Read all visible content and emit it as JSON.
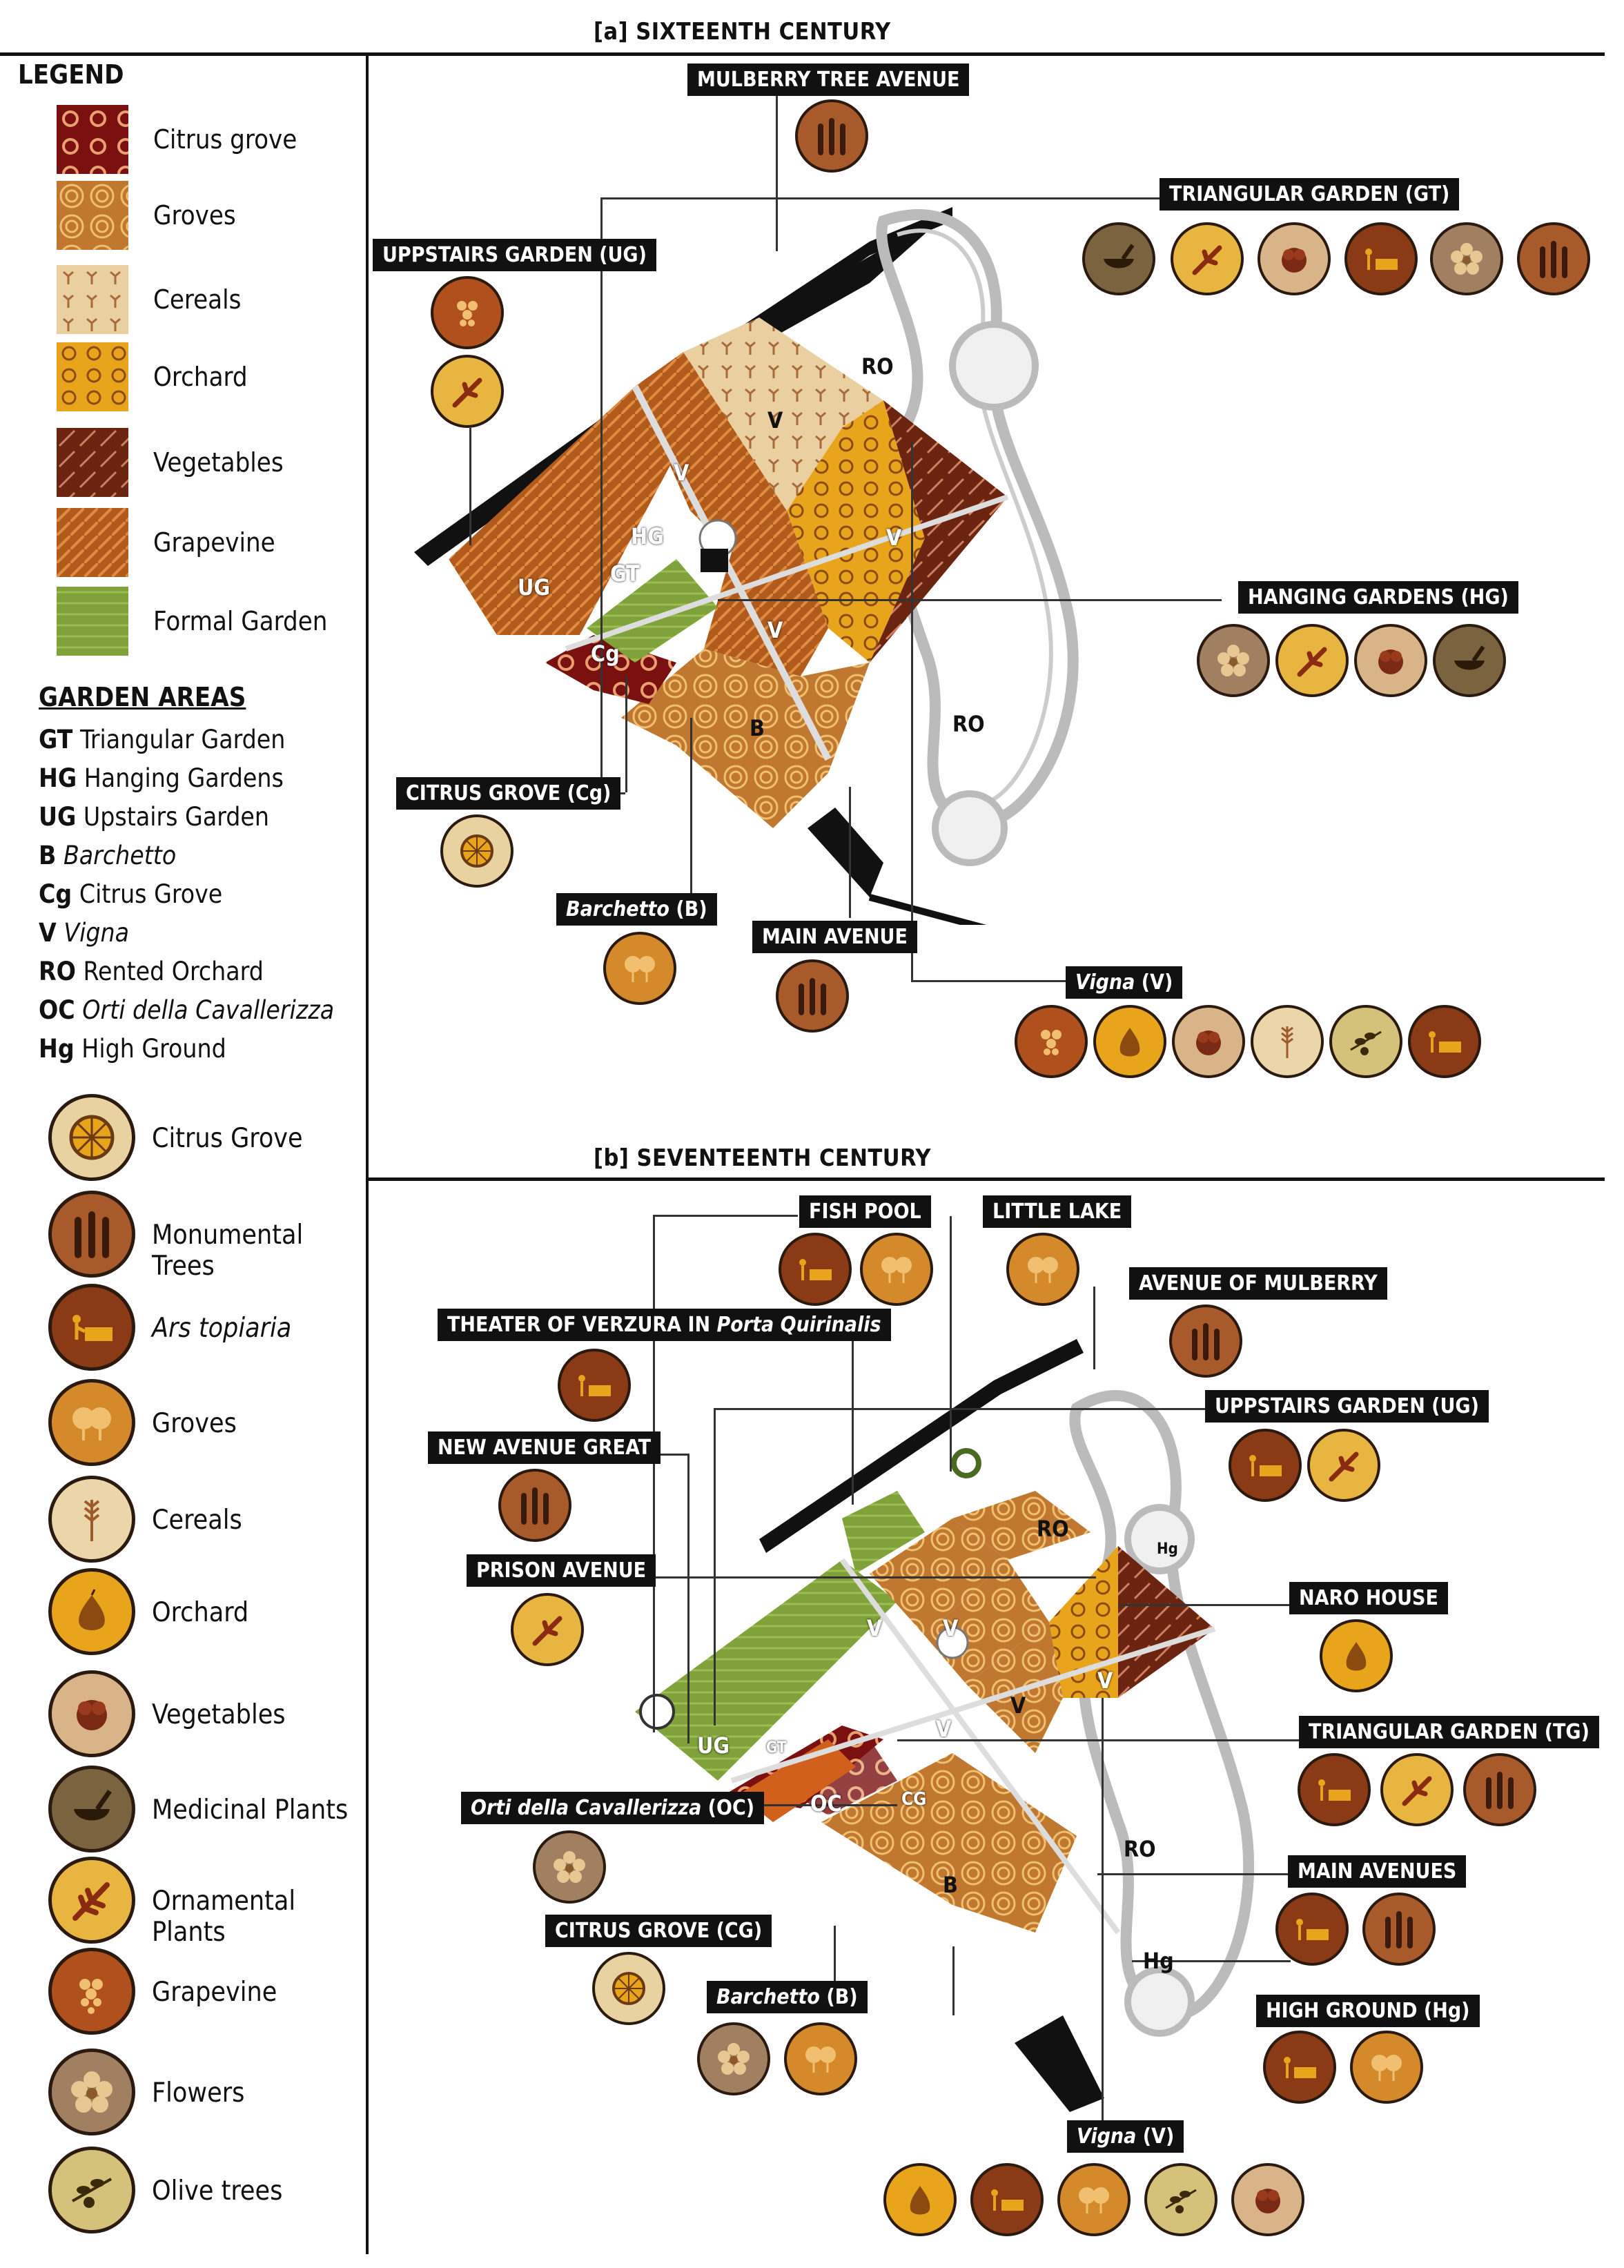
{
  "sections": {
    "a_title": "[a] SIXTEENTH CENTURY",
    "b_title": "[b] SEVENTEENTH CENTURY"
  },
  "legend": {
    "title": "LEGEND",
    "swatches": [
      {
        "label": "Citrus grove",
        "color": "#7a1010"
      },
      {
        "label": "Groves",
        "color": "#b86a28"
      },
      {
        "label": "Cereals",
        "color": "#dbbb84"
      },
      {
        "label": "Orchard",
        "color": "#e8a51c"
      },
      {
        "label": "Vegetables",
        "color": "#6b2410"
      },
      {
        "label": "Grapevine",
        "color": "#b05a1c"
      },
      {
        "label": "Formal Garden",
        "color": "#7fa23a"
      }
    ],
    "areas_title": "GARDEN AREAS",
    "areas": [
      {
        "code": "GT",
        "name": "Triangular Garden",
        "italic": false
      },
      {
        "code": "HG",
        "name": "Hanging Gardens",
        "italic": false
      },
      {
        "code": "UG",
        "name": "Upstairs Garden",
        "italic": false
      },
      {
        "code": "B",
        "name": "Barchetto",
        "italic": true
      },
      {
        "code": "Cg",
        "name": "Citrus Grove",
        "italic": false
      },
      {
        "code": "V",
        "name": "Vigna",
        "italic": true
      },
      {
        "code": "RO",
        "name": "Rented Orchard",
        "italic": false
      },
      {
        "code": "OC",
        "name": "Orti della Cavallerizza",
        "italic": true
      },
      {
        "code": "Hg",
        "name": "High Ground",
        "italic": false
      }
    ],
    "icons": [
      {
        "label": "Citrus Grove",
        "icon": "citrus-icon",
        "bg": "#e8d3a0"
      },
      {
        "label": "Monumental Trees",
        "icon": "trees-icon",
        "bg": "#a85a2a"
      },
      {
        "label": "Ars topiaria",
        "icon": "topiary-icon",
        "bg": "#8a3a14",
        "italic": true
      },
      {
        "label": "Groves",
        "icon": "groves-icon",
        "bg": "#d48a2a"
      },
      {
        "label": "Cereals",
        "icon": "cereals-icon",
        "bg": "#ead6a8"
      },
      {
        "label": "Orchard",
        "icon": "orchard-icon",
        "bg": "#e8a51c"
      },
      {
        "label": "Vegetables",
        "icon": "vegetables-icon",
        "bg": "#d9b488"
      },
      {
        "label": "Medicinal Plants",
        "icon": "medicinal-icon",
        "bg": "#7a6440"
      },
      {
        "label": "Ornamental Plants",
        "icon": "ornamental-icon",
        "bg": "#e8b640"
      },
      {
        "label": "Grapevine",
        "icon": "grapevine-icon",
        "bg": "#b0501c"
      },
      {
        "label": "Flowers",
        "icon": "flowers-icon",
        "bg": "#a08060"
      },
      {
        "label": "Olive trees",
        "icon": "olive-icon",
        "bg": "#d4c27a"
      }
    ]
  },
  "map_a": {
    "tags": {
      "mulberry": "MULBERRY TREE AVENUE",
      "triangular": "TRIANGULAR GARDEN (GT)",
      "upstairs": "UPPSTAIRS GARDEN (UG)",
      "hanging": "HANGING GARDENS (HG)",
      "citrus": "CITRUS GROVE (Cg)",
      "barchetto_name": "Barchetto",
      "barchetto_code": " (B)",
      "main_avenue": "MAIN AVENUE",
      "vigna_name": "Vigna",
      "vigna_code": " (V)"
    },
    "labels": {
      "ro1": "RO",
      "ro2": "RO",
      "v1": "V",
      "v2": "V",
      "v3": "V",
      "v4": "V",
      "hg": "HG",
      "gt": "GT",
      "ug": "UG",
      "cg": "Cg",
      "b": "B"
    }
  },
  "map_b": {
    "tags": {
      "fish_pool": "FISH POOL",
      "little_lake": "LITTLE LAKE",
      "avenue_mulberry": "AVENUE OF MULBERRY",
      "theater_a": "THEATER OF VERZURA IN ",
      "theater_b": "Porta Quirinalis",
      "uppstairs": "UPPSTAIRS GARDEN (UG)",
      "new_avenue": "NEW AVENUE GREAT",
      "prison": "PRISON AVENUE",
      "naro": "NARO HOUSE",
      "triangular": "TRIANGULAR GARDEN (TG)",
      "orti_name": "Orti della Cavallerizza",
      "orti_code": " (OC)",
      "main_avenues": "MAIN AVENUES",
      "citrus": "CITRUS GROVE (CG)",
      "barchetto_name": "Barchetto",
      "barchetto_code": " (B)",
      "high_ground": "HIGH GROUND (Hg)",
      "vigna_name": "Vigna",
      "vigna_code": " (V)"
    },
    "labels": {
      "ro1": "RO",
      "ro2": "RO",
      "v1": "V",
      "v2": "V",
      "v3": "V",
      "v4": "V",
      "v5": "V",
      "ug": "UG",
      "gt": "GT",
      "oc": "OC",
      "cg": "CG",
      "b": "B",
      "hg1": "Hg",
      "hg2": "Hg"
    }
  }
}
